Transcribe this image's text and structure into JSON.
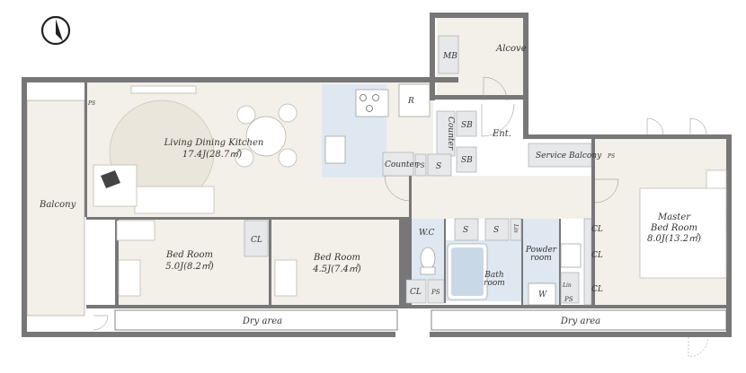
{
  "compass": {
    "icon": "north-arrow-icon"
  },
  "rooms": {
    "alcove": "Alcove",
    "mb": "MB",
    "ldk_name": "Living Dining Kitchen",
    "ldk_size": "17.4J(28.7㎡)",
    "balcony": "Balcony",
    "counter_vertical": "Counter",
    "counter": "Counter",
    "ent": "Ent.",
    "service_balcony": "Service Balcony",
    "master_name": "Master",
    "master_name2": "Bed Room",
    "master_size": "8.0J(13.2㎡)",
    "bed1_name": "Bed Room",
    "bed1_size": "5.0J(8.2㎡)",
    "bed2_name": "Bed Room",
    "bed2_size": "4.5J(7.4㎡)",
    "dry_area_left": "Dry area",
    "dry_area_right": "Dry area",
    "wc": "W.C",
    "bath_name": "Bath",
    "bath_name2": "room",
    "powder_name": "Powder",
    "powder_name2": "room"
  },
  "fixtures": {
    "sb1": "SB",
    "sb2": "SB",
    "s_ent": "S",
    "s1": "S",
    "s2": "S",
    "r": "R",
    "ps_ldk": "PS",
    "ps_counter": "PS",
    "ps_service": "PS",
    "ps_wc": "PS",
    "ps_powder": "PS",
    "cl_bed1": "CL",
    "cl_wc": "CL",
    "cl_m1": "CL",
    "cl_m2": "CL",
    "cl_m3": "CL",
    "lin1": "Lin",
    "lin2": "Lin",
    "w": "W"
  },
  "colors": {
    "wall": "#777777",
    "floor": "#f3f0e9",
    "wet": "#dfe8f0"
  }
}
